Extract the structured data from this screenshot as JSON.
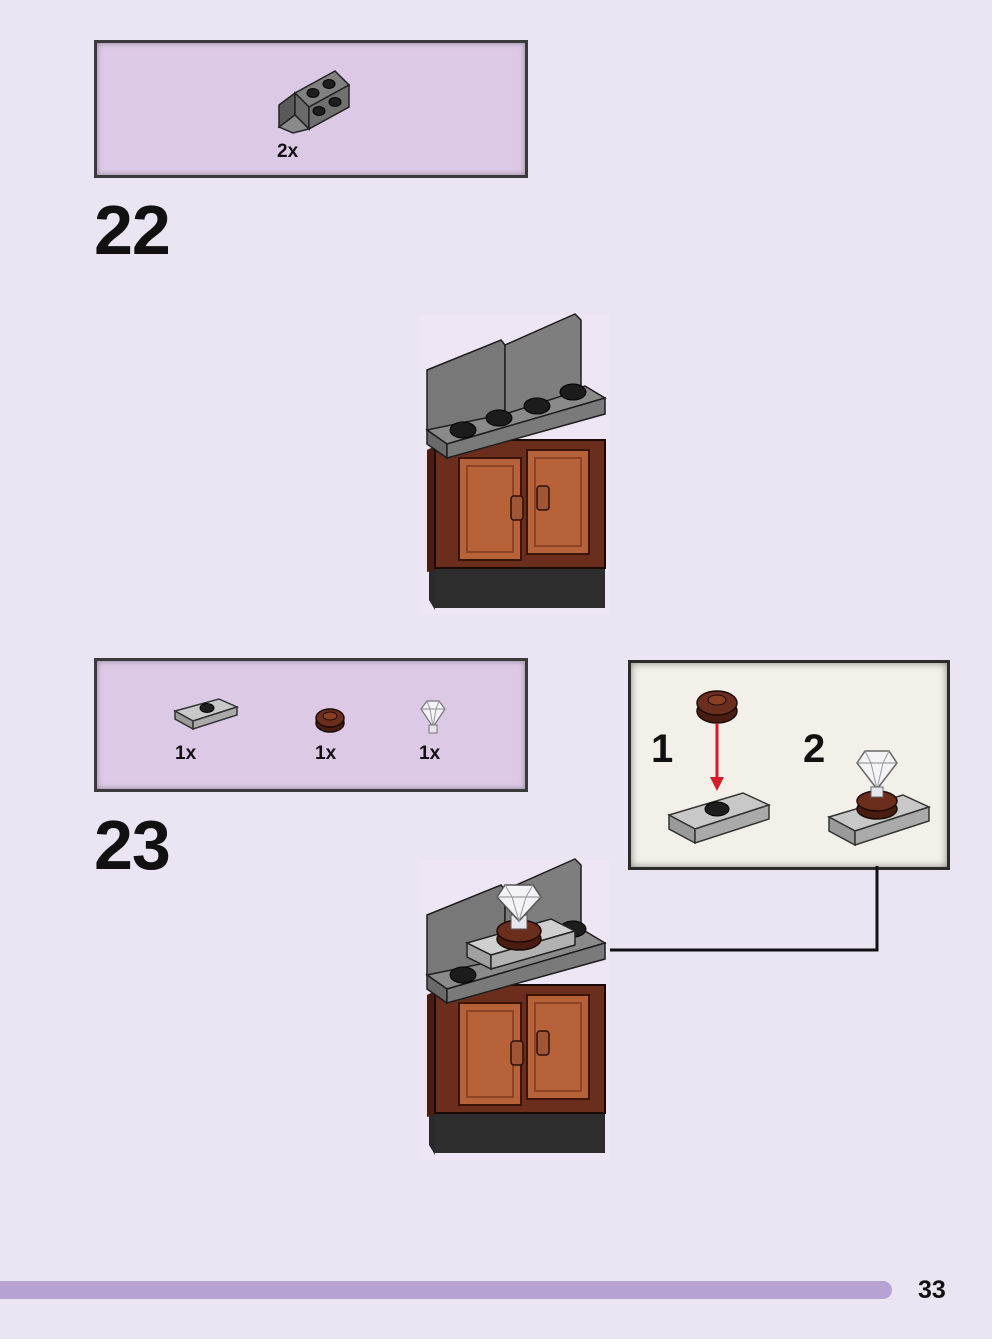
{
  "steps": [
    {
      "number": "22",
      "parts": [
        {
          "name": "bracket-plate-dark-grey",
          "quantity": "2x",
          "color": "#6f6f6f"
        }
      ]
    },
    {
      "number": "23",
      "parts": [
        {
          "name": "jumper-plate-light-grey",
          "quantity": "1x",
          "color": "#b8b8b8"
        },
        {
          "name": "round-plate-reddish-brown",
          "quantity": "1x",
          "color": "#6b2e1c"
        },
        {
          "name": "diamond-trans-clear",
          "quantity": "1x",
          "color": "#e8e8ee"
        }
      ],
      "sub_steps": [
        "1",
        "2"
      ]
    }
  ],
  "page_number": "33",
  "colors": {
    "page_background": "#ebe4f2",
    "parts_box": "#dcc9e6",
    "sub_step_box": "#f2f0e8",
    "cabinet_brown": "#6b2e1c",
    "door_orange": "#b8623a",
    "grey_top": "#7a7a7a",
    "arrow_red": "#d41c2a",
    "footer_bar": "#b6a3d2"
  }
}
